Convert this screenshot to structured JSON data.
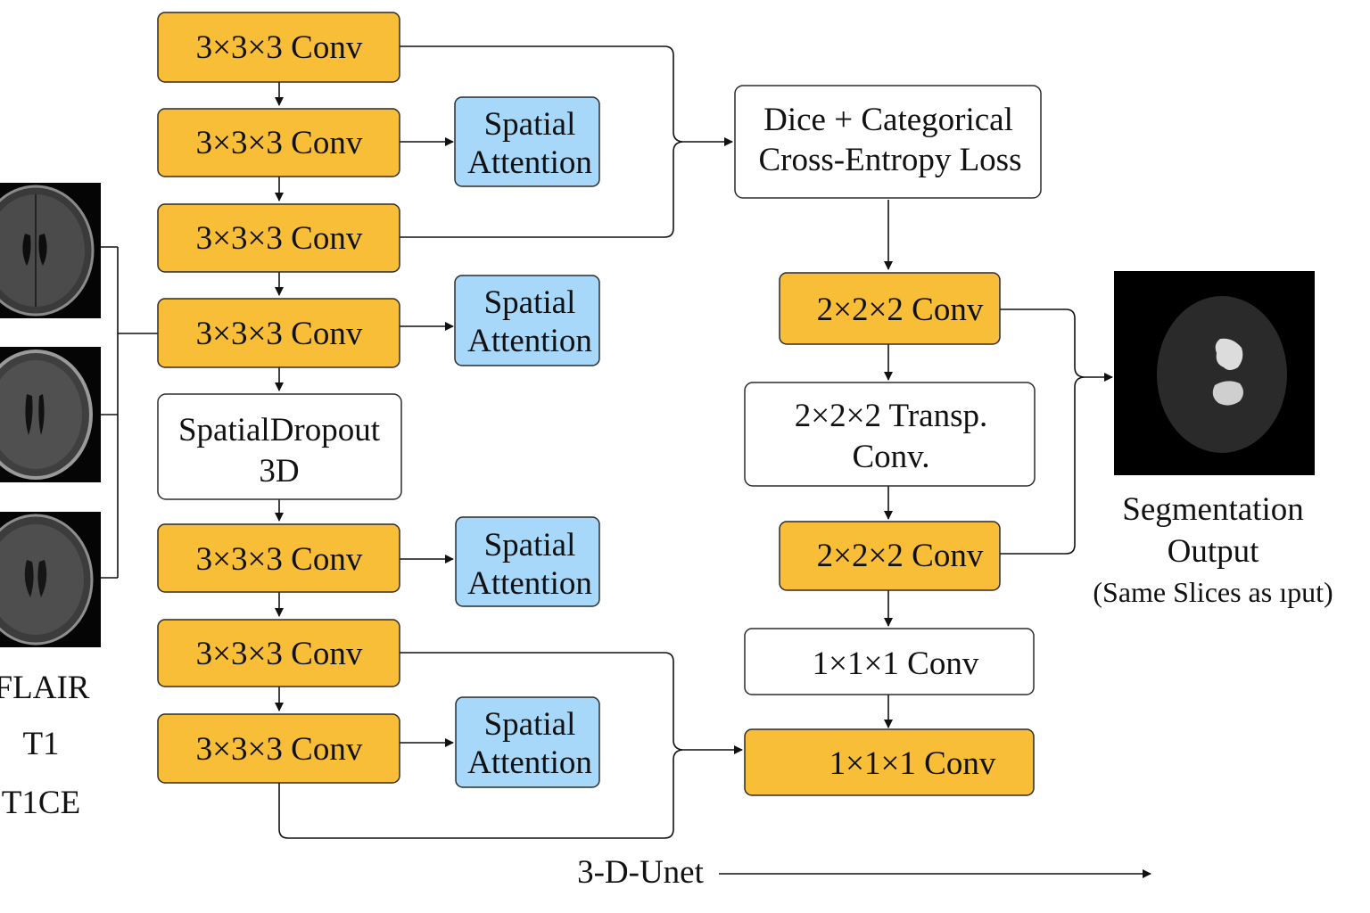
{
  "colors": {
    "conv_fill": "#F9BE38",
    "conv_stroke": "#2b2b2b",
    "attention_fill": "#A7D8FA",
    "plain_fill": "#FFFFFF",
    "line": "#111111",
    "mri_bg": "#050505"
  },
  "encoder": {
    "conv_label": "3×3×3 Conv",
    "attention_label": [
      "Spatial",
      "Attention"
    ],
    "dropout_label": [
      "SpatialDropout",
      "3D"
    ]
  },
  "loss": {
    "label": [
      "Dice + Categorical",
      "Cross-Entropy Loss"
    ]
  },
  "decoder": {
    "conv2_label": "2×2×2 Conv",
    "transp_label": [
      "2×2×2 Transp.",
      "Conv."
    ],
    "conv1_label": "1×1×1 Conv"
  },
  "inputs": {
    "modalities": [
      "FLAIR",
      "T1",
      "T1CE"
    ],
    "images": [
      "flair-mri-slice",
      "t1-mri-slice",
      "t1ce-mri-slice"
    ]
  },
  "output": {
    "title": [
      "Segmentation",
      "Output"
    ],
    "subtitle": "(Same Slices as ıput)"
  },
  "footer": {
    "label": "3-D-Unet"
  }
}
